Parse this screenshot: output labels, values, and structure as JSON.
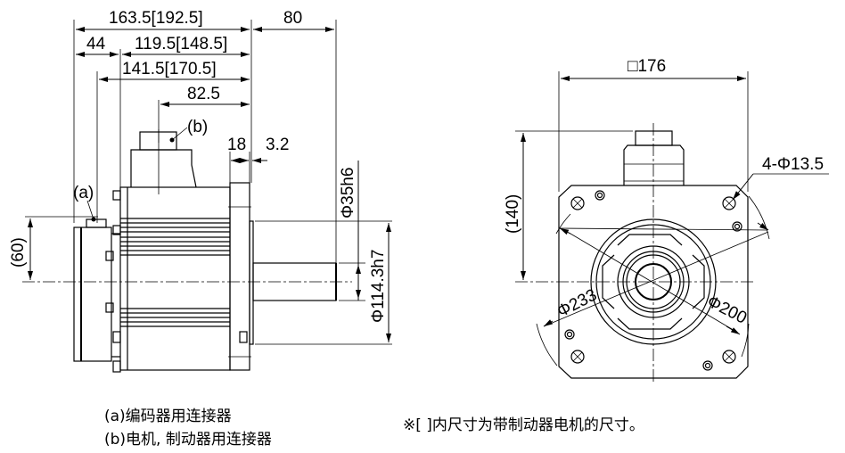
{
  "side_view": {
    "dims": {
      "overall_length": "163.5[192.5]",
      "shaft_length": "80",
      "encoder_length": "44",
      "body_length": "119.5[148.5]",
      "mid_length": "141.5[170.5]",
      "connector_offset": "82.5",
      "flange_thickness": "18",
      "pilot_length": "3.2",
      "encoder_height": "(60)",
      "shaft_diameter": "Φ35h6",
      "pilot_diameter": "Φ114.3h7"
    },
    "callouts": {
      "encoder_connector": "(a)",
      "power_connector": "(b)"
    }
  },
  "front_view": {
    "dims": {
      "flange_square": "□176",
      "connector_height": "(140)",
      "mount_holes": "4-Φ13.5",
      "bolt_circle": "Φ233",
      "spigot": "Φ200"
    }
  },
  "legend": {
    "a": "(a)编码器用连接器",
    "b": "(b)电机, 制动器用连接器"
  },
  "footnote": "※[ ]内尺寸为带制动器电机的尺寸。"
}
